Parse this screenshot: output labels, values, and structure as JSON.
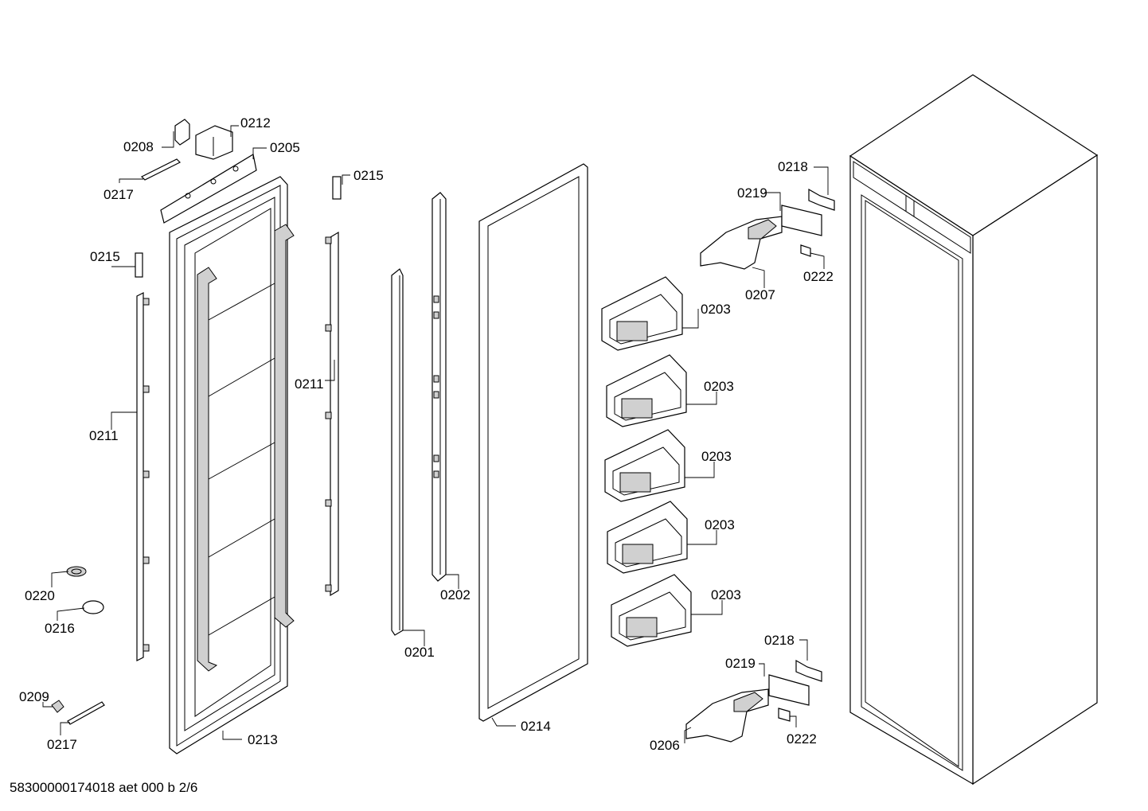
{
  "footer": {
    "doc_id": "58300000174018 aet 000 b 2/6"
  },
  "labels": {
    "p0208": "0208",
    "p0212": "0212",
    "p0205": "0205",
    "p0217_top": "0217",
    "p0215_top": "0215",
    "p0215_left": "0215",
    "p0211_mid": "0211",
    "p0211_left": "0211",
    "p0220": "0220",
    "p0216": "0216",
    "p0209": "0209",
    "p0217_bottom": "0217",
    "p0213": "0213",
    "p0201": "0201",
    "p0202": "0202",
    "p0214": "0214",
    "p0218_top": "0218",
    "p0219_top": "0219",
    "p0222_top": "0222",
    "p0207": "0207",
    "p0203_1": "0203",
    "p0203_2": "0203",
    "p0203_3": "0203",
    "p0203_4": "0203",
    "p0203_5": "0203",
    "p0218_bottom": "0218",
    "p0219_bottom": "0219",
    "p0222_bottom": "0222",
    "p0206": "0206"
  }
}
